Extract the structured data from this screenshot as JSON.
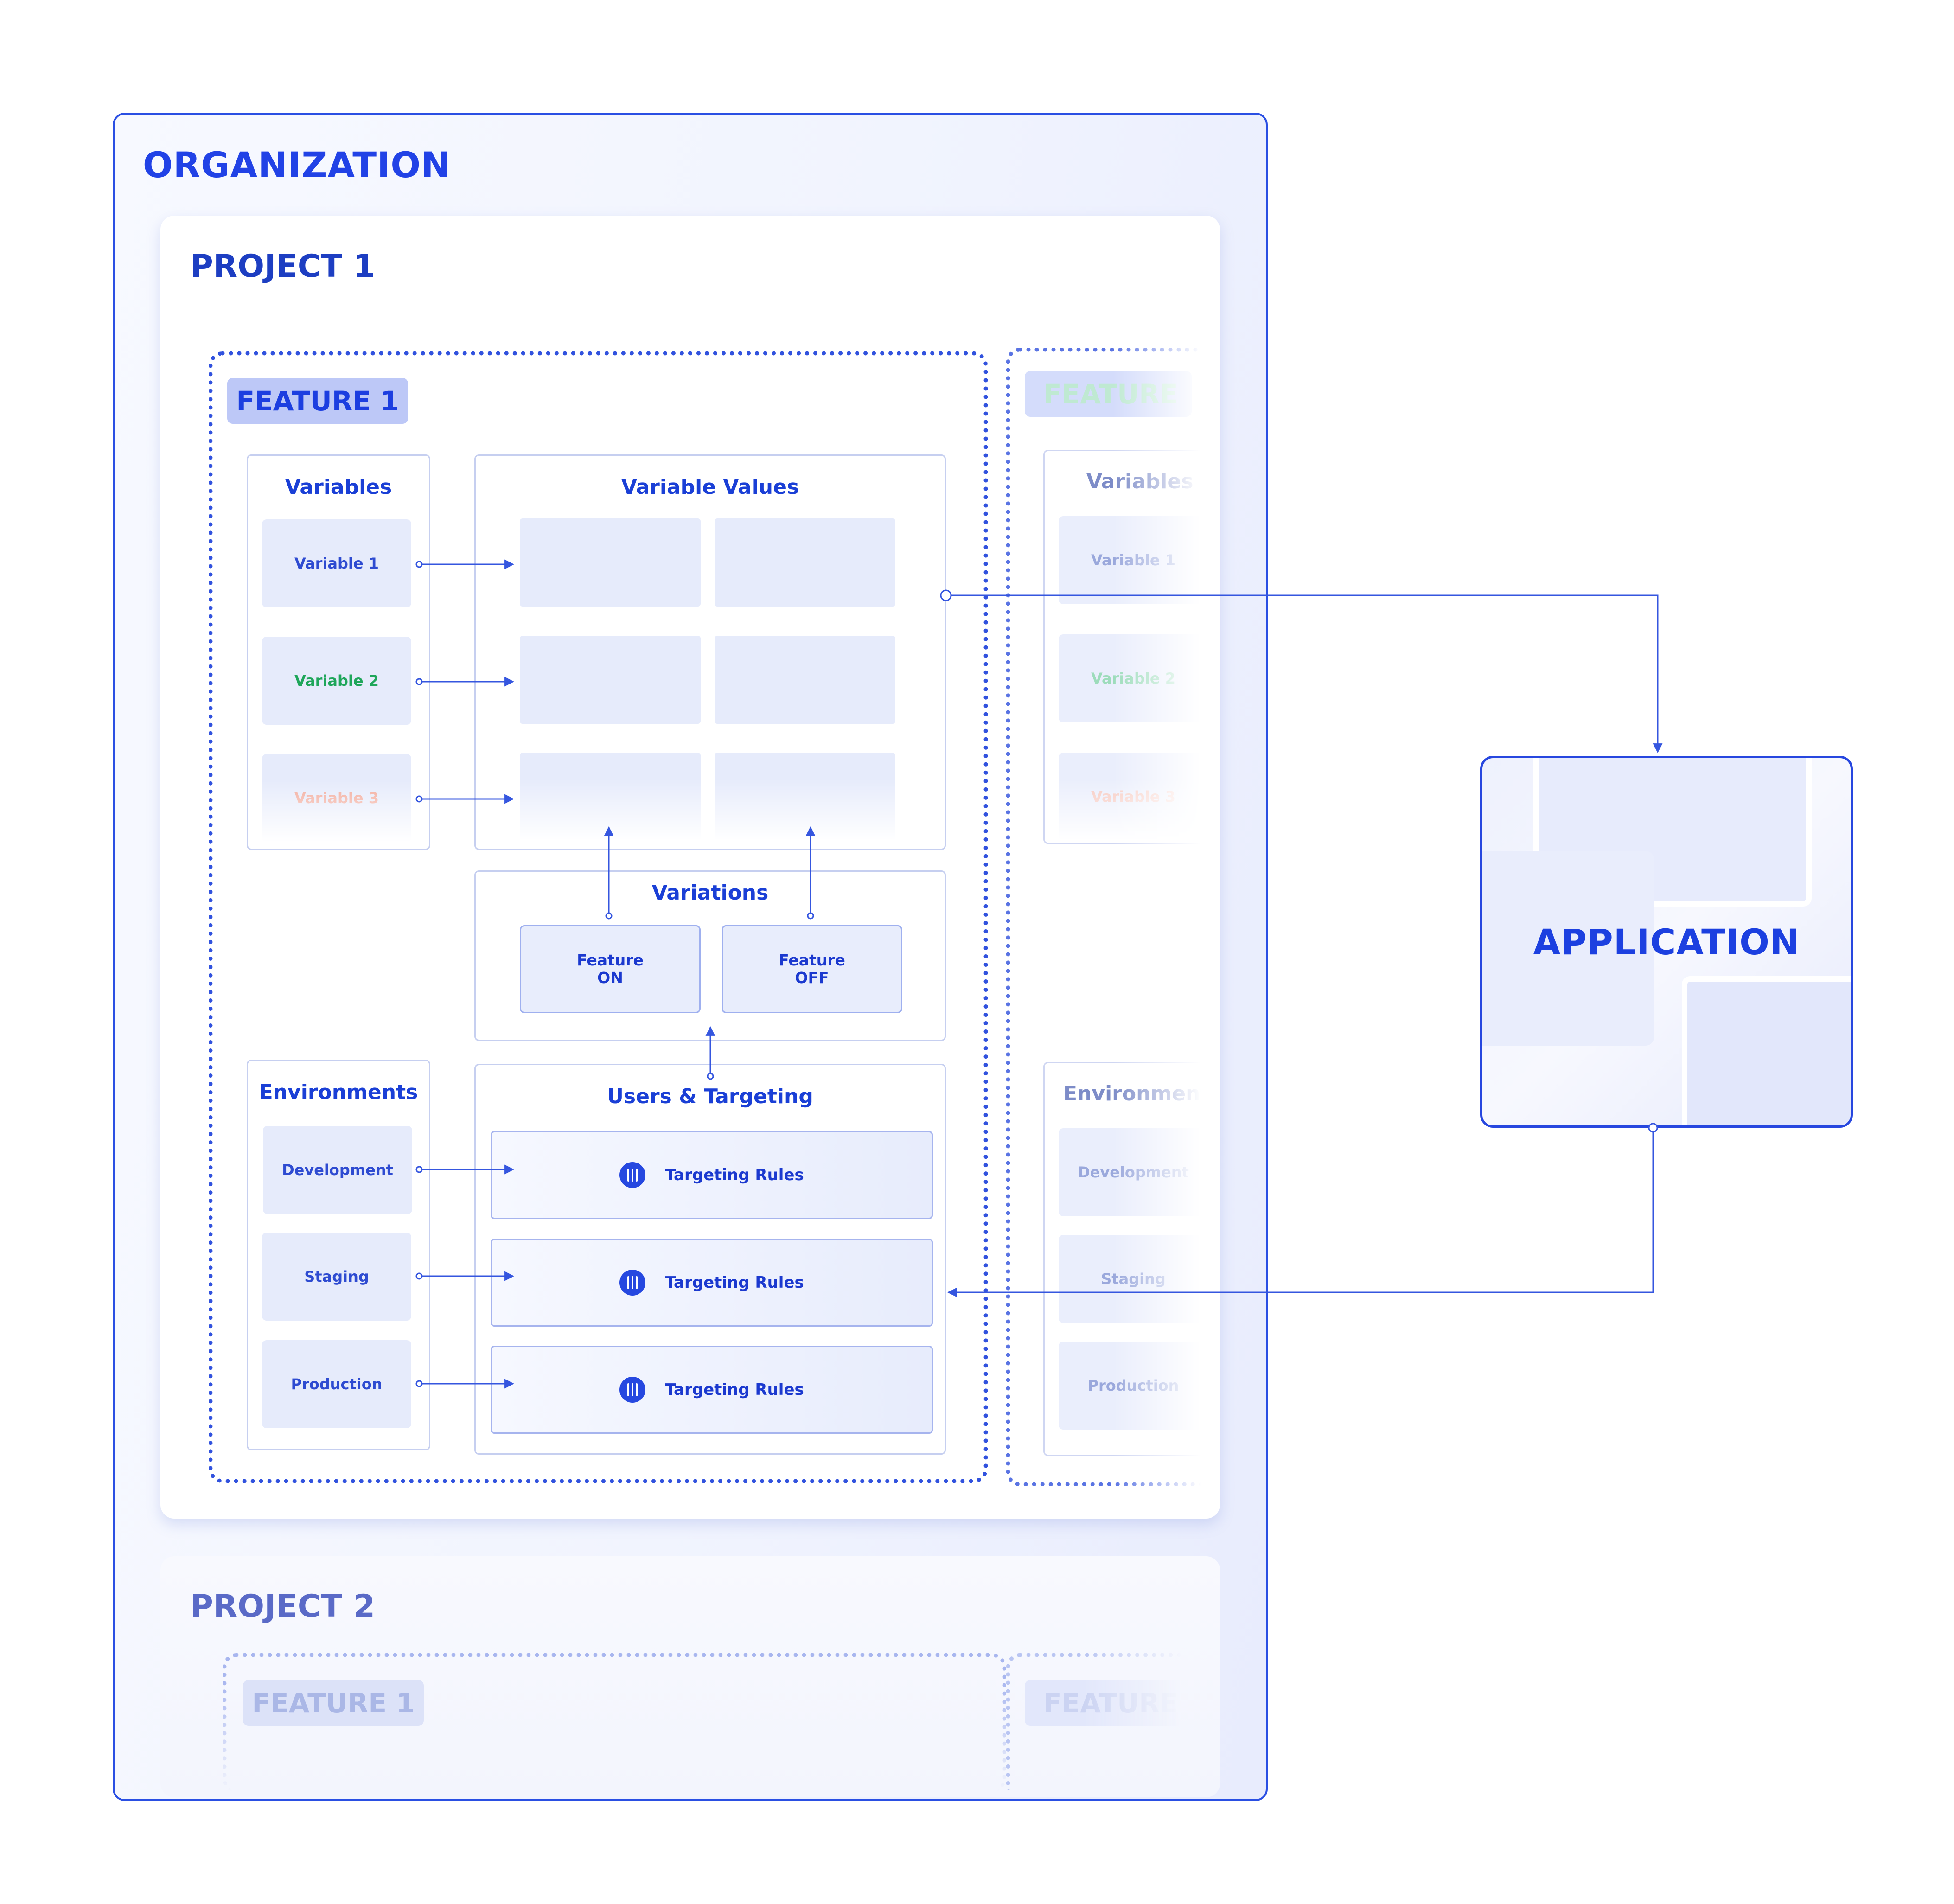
{
  "organization": {
    "title": "ORGANIZATION"
  },
  "project1": {
    "title": "PROJECT 1",
    "feature": {
      "badge": "FEATURE 1",
      "variables": {
        "title": "Variables",
        "items": [
          "Variable 1",
          "Variable 2",
          "Variable 3"
        ]
      },
      "variable_values": {
        "title": "Variable Values"
      },
      "variations": {
        "title": "Variations",
        "on": "Feature\nON",
        "off": "Feature\nOFF"
      },
      "environments": {
        "title": "Environments",
        "items": [
          "Development",
          "Staging",
          "Production"
        ]
      },
      "targeting": {
        "title": "Users & Targeting",
        "rules": [
          "Targeting Rules",
          "Targeting Rules",
          "Targeting Rules"
        ]
      }
    },
    "ghost_feature": {
      "badge": "FEATURE",
      "variables_title": "Variables",
      "variables": [
        "Variable 1",
        "Variable 2",
        "Variable 3"
      ],
      "environments_title": "Environment",
      "environments": [
        "Development",
        "Staging",
        "Production"
      ]
    }
  },
  "project2": {
    "title": "PROJECT 2",
    "feature_badge": "FEATURE 1",
    "ghost_badge": "FEATURE"
  },
  "application": {
    "title": "APPLICATION"
  },
  "colors": {
    "accent": "#2142e6",
    "variable2": "#1fa65a",
    "variable3": "#f2a99a",
    "tile": "#e6ebfb"
  }
}
